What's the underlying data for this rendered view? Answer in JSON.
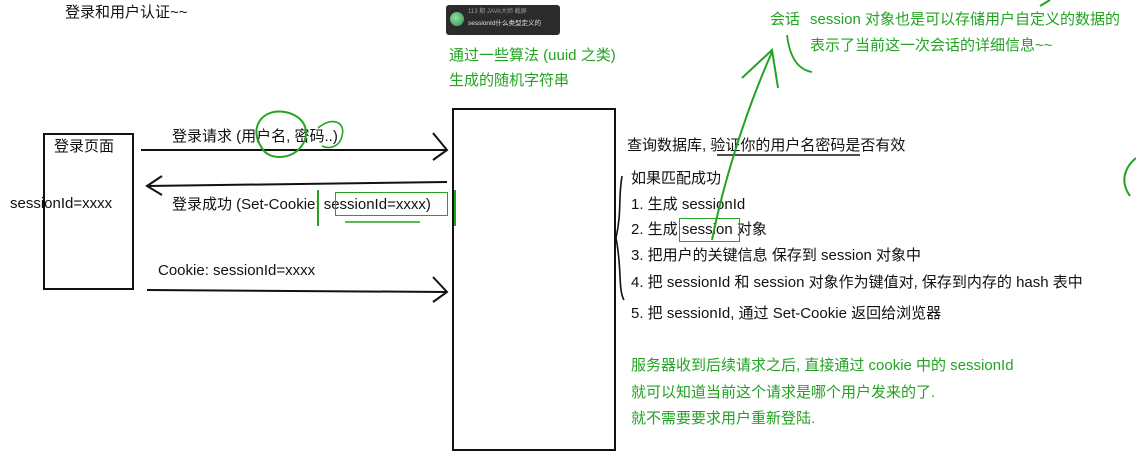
{
  "title": "登录和用户认证~~",
  "toast": {
    "line1": "113 期 JAVA大师 截屏",
    "line2": "sessionId什么类型定义的"
  },
  "note_uuid": {
    "line1": "通过一些算法 (uuid 之类)",
    "line2": "生成的随机字符串"
  },
  "note_session": {
    "word": "会话",
    "line1": "session 对象也是可以存储用户自定义的数据的",
    "line2": "表示了当前这一次会话的详细信息~~"
  },
  "client": {
    "label": "登录页面",
    "session_id": "sessionId=xxxx"
  },
  "arrows": {
    "login_request": "登录请求 (用户名, 密码..)",
    "login_success": "登录成功 (Set-Cookie: sessionId=xxxx)",
    "cookie": "Cookie: sessionId=xxxx"
  },
  "server": {
    "query": "查询数据库, 验证你的用户名密码是否有效",
    "if_match": "如果匹配成功",
    "steps": [
      "1. 生成 sessionId",
      "2. 生成 session 对象",
      "3. 把用户的关键信息 保存到 session 对象中",
      "4. 把 sessionId 和 session 对象作为键值对, 保存到内存的 hash 表中",
      "5. 把 sessionId, 通过 Set-Cookie 返回给浏览器"
    ]
  },
  "followup": {
    "line1": "服务器收到后续请求之后, 直接通过 cookie 中的 sessionId",
    "line2": "就可以知道当前这个请求是哪个用户发来的了.",
    "line3": "就不需要要求用户重新登陆."
  },
  "colors": {
    "ink": "#111111",
    "annotation": "#22a322"
  }
}
